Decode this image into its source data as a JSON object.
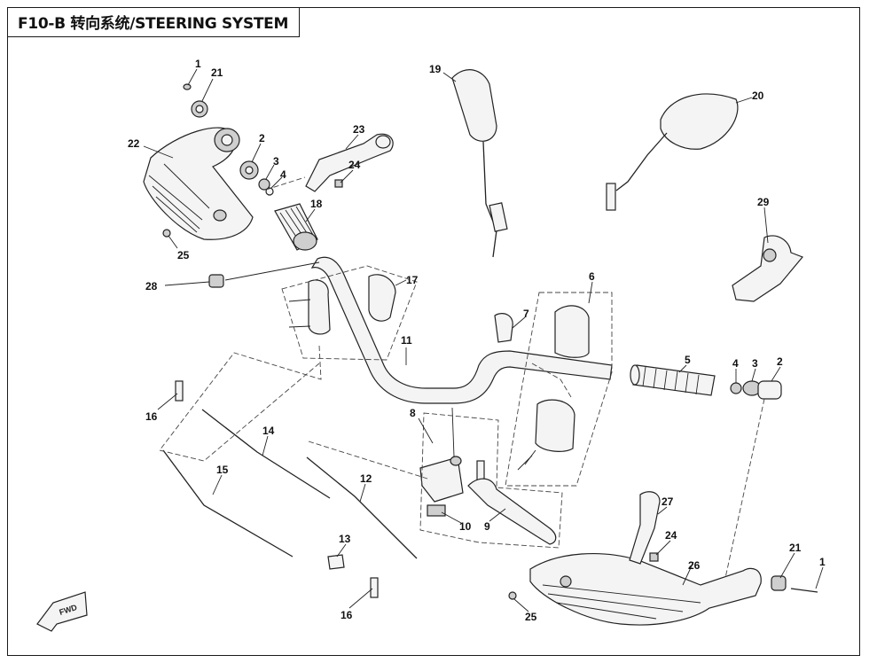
{
  "header": {
    "title": "F10-B 转向系统/STEERING SYSTEM"
  },
  "callouts": [
    {
      "id": "c1a",
      "label": "1"
    },
    {
      "id": "c21a",
      "label": "21"
    },
    {
      "id": "c22",
      "label": "22"
    },
    {
      "id": "c2a",
      "label": "2"
    },
    {
      "id": "c3a",
      "label": "3"
    },
    {
      "id": "c4a",
      "label": "4"
    },
    {
      "id": "c25a",
      "label": "25"
    },
    {
      "id": "c23",
      "label": "23"
    },
    {
      "id": "c24a",
      "label": "24"
    },
    {
      "id": "c18",
      "label": "18"
    },
    {
      "id": "c19",
      "label": "19"
    },
    {
      "id": "c20",
      "label": "20"
    },
    {
      "id": "c29",
      "label": "29"
    },
    {
      "id": "c28",
      "label": "28"
    },
    {
      "id": "c17",
      "label": "17"
    },
    {
      "id": "c7",
      "label": "7"
    },
    {
      "id": "c6",
      "label": "6"
    },
    {
      "id": "c11",
      "label": "11"
    },
    {
      "id": "c5",
      "label": "5"
    },
    {
      "id": "c4b",
      "label": "4"
    },
    {
      "id": "c3b",
      "label": "3"
    },
    {
      "id": "c2b",
      "label": "2"
    },
    {
      "id": "c16a",
      "label": "16"
    },
    {
      "id": "c8",
      "label": "8"
    },
    {
      "id": "c14",
      "label": "14"
    },
    {
      "id": "c15",
      "label": "15"
    },
    {
      "id": "c12",
      "label": "12"
    },
    {
      "id": "c10",
      "label": "10"
    },
    {
      "id": "c9",
      "label": "9"
    },
    {
      "id": "c27",
      "label": "27"
    },
    {
      "id": "c24b",
      "label": "24"
    },
    {
      "id": "c26",
      "label": "26"
    },
    {
      "id": "c21b",
      "label": "21"
    },
    {
      "id": "c1b",
      "label": "1"
    },
    {
      "id": "c13",
      "label": "13"
    },
    {
      "id": "c16b",
      "label": "16"
    },
    {
      "id": "c25b",
      "label": "25"
    }
  ],
  "fwd_badge": "FWD"
}
